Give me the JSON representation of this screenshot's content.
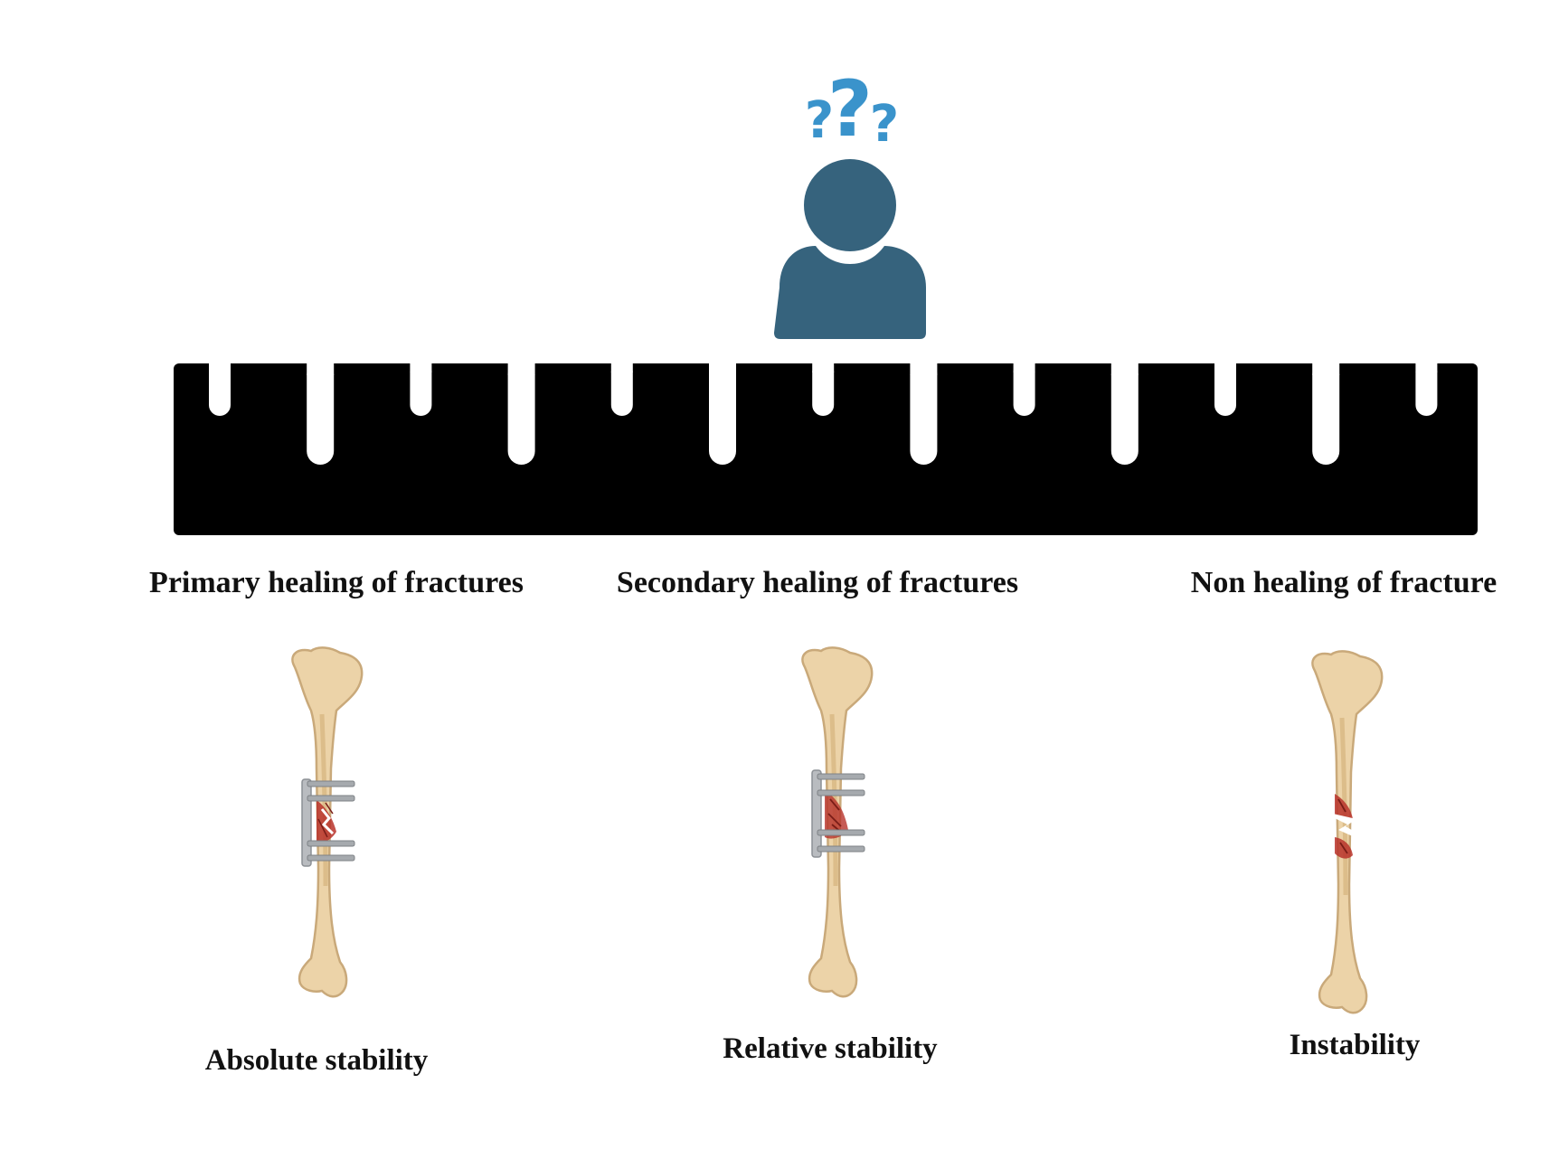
{
  "colors": {
    "person": "#36637d",
    "question_marks": "#3a93cb",
    "ruler": "#000000",
    "bone": "#ecd3a8",
    "bone_outline": "#c9a97a",
    "plate": "#b9bcc0",
    "fracture": "#b8322a"
  },
  "icons": [
    "person-icon",
    "question-marks-icon",
    "ruler-icon",
    "bone-icon",
    "bone-plate-icon"
  ],
  "healing_types": [
    "Primary healing of fractures",
    "Secondary healing of fractures",
    "Non healing of fracture"
  ],
  "stability_types": [
    "Absolute stability",
    "Relative stability",
    "Instability"
  ]
}
